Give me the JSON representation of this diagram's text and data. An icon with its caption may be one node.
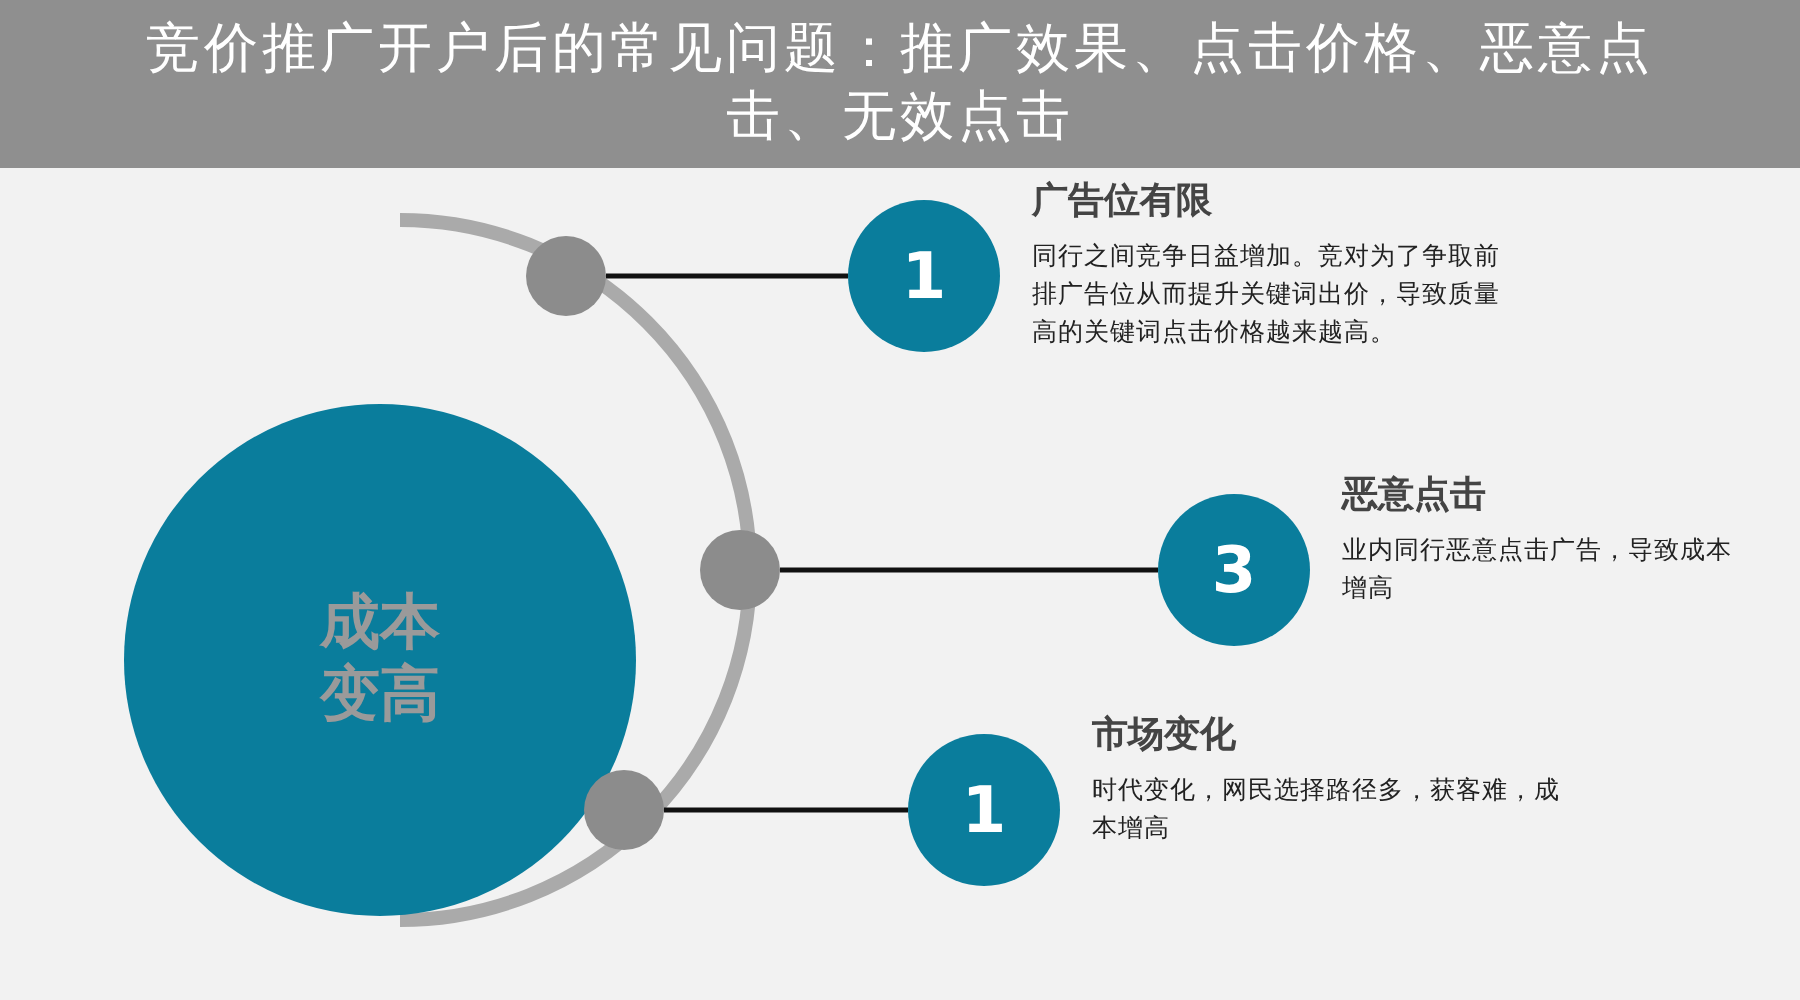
{
  "diagram": {
    "title": "竞价推广开户后的常见问题：推广效果、点击价格、恶意点击、无效点击",
    "nodes": [
      {
        "text": [
          "成本变高"
        ]
      },
      {
        "text": [],
        "shape": "circle"
      },
      {
        "text": [
          "1"
        ],
        "beside": [
          "广告位有限",
          "同行之间竞争日益增加。竞对为了争取前排广告位从而提升关键词出价，导致质量高的关键词点击价格越来越高。"
        ]
      },
      {
        "text": [],
        "shape": "circle"
      },
      {
        "text": [
          "3"
        ],
        "beside": [
          "恶意点击",
          "业内同行恶意点击广告，导致成本增高"
        ]
      },
      {
        "text": [],
        "shape": "circle"
      },
      {
        "text": [
          "1"
        ],
        "beside": [
          "市场变化",
          "时代变化，网民选择路径多，获客难，成本增高"
        ]
      }
    ],
    "edges": [
      {
        "from": 1,
        "to": 2,
        "arrow": "none"
      },
      {
        "from": 3,
        "to": 4,
        "arrow": "none"
      },
      {
        "from": 5,
        "to": 6,
        "arrow": "none"
      }
    ]
  }
}
